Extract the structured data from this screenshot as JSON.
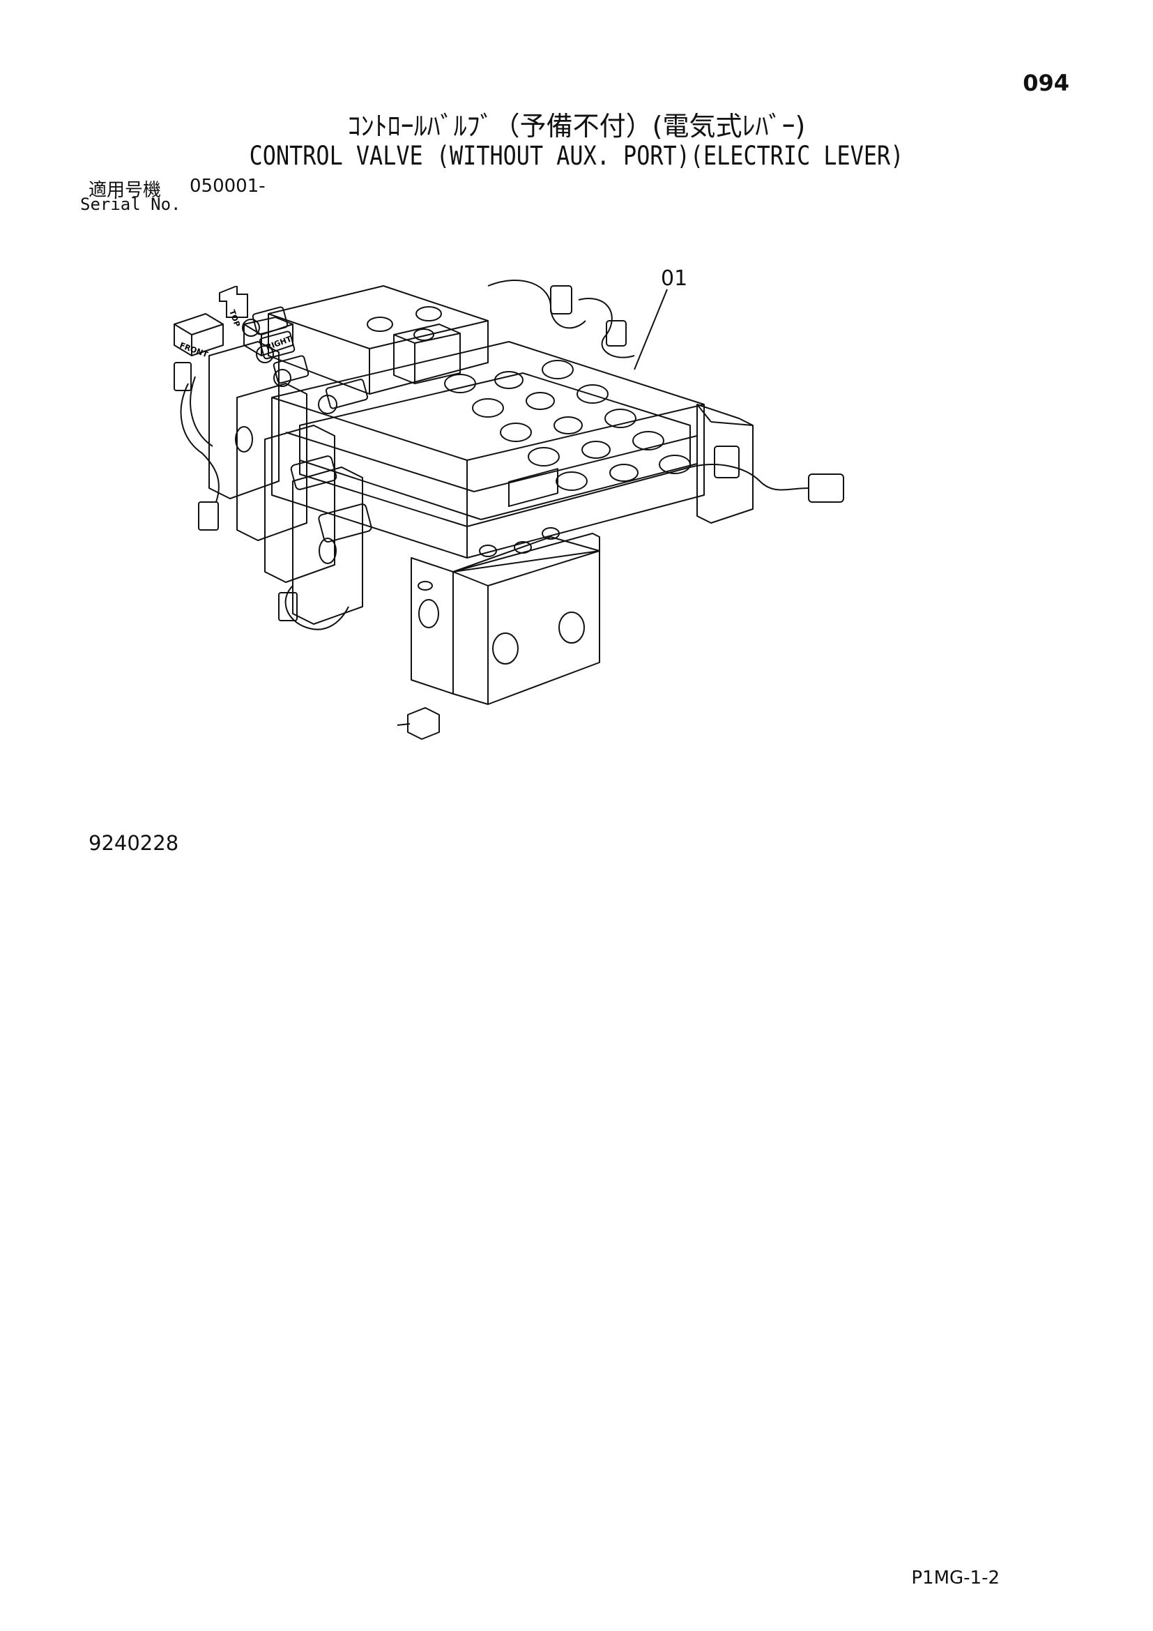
{
  "page_number": "094",
  "title_jp": "ｺﾝﾄﾛｰﾙﾊﾞﾙﾌﾞ（予備不付）(電気式ﾚﾊﾞｰ)",
  "title_en": "CONTROL VALVE (WITHOUT AUX. PORT)(ELECTRIC LEVER)",
  "serial": {
    "label_jp": "適用号機",
    "code": "050001-",
    "label_en": "Serial No."
  },
  "callouts": [
    {
      "label": "01"
    }
  ],
  "orientation": {
    "front": "FRONT",
    "top": "TOP",
    "right": "RIGHT"
  },
  "figure_number": "9240228",
  "footer_code": "P1MG-1-2",
  "colors": {
    "ink": "#111111",
    "paper": "#ffffff"
  }
}
